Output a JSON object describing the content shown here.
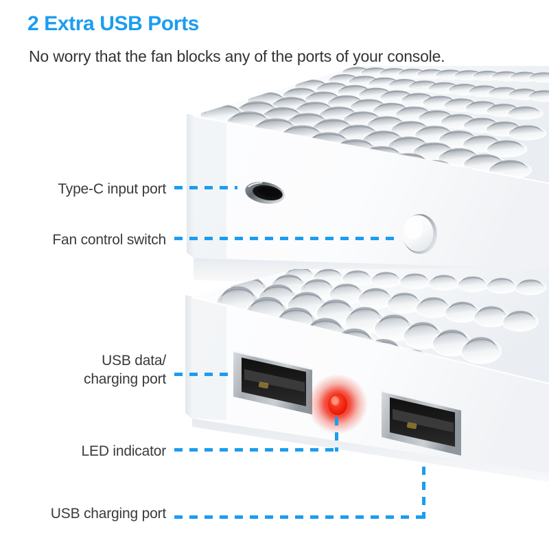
{
  "header": {
    "headline": "2 Extra USB Ports",
    "subhead": "No worry that the fan blocks any of the ports of your console."
  },
  "theme": {
    "accent_blue": "#1b9df0",
    "text_dark": "#333333",
    "label_gray": "#3a3a3a",
    "led_red": "#f5241a",
    "body_white": "#ffffff",
    "shade_light": "#f2f4f6",
    "shade_mid": "#e4e8ec",
    "port_metal": "#b9bec4",
    "port_black": "#171717"
  },
  "callouts": [
    {
      "id": "type-c-input-port",
      "label": "Type-C input port",
      "target": "type-c-port"
    },
    {
      "id": "fan-control-switch",
      "label": "Fan control switch",
      "target": "fan-switch-button"
    },
    {
      "id": "usb-data-charging-port",
      "label": "USB data/\ncharging port",
      "target": "usb-port-left"
    },
    {
      "id": "led-indicator",
      "label": "LED indicator",
      "target": "led-indicator-light"
    },
    {
      "id": "usb-charging-port",
      "label": "USB charging port",
      "target": "usb-port-right"
    }
  ],
  "product": {
    "name": "console cooling stand with vented fan housings",
    "units": [
      {
        "id": "upper-unit",
        "description": "upper vented housing with Type-C input port and fan control switch",
        "vent_rows": 7,
        "vent_cols": 11
      },
      {
        "id": "lower-unit",
        "description": "lower vented housing with two USB-A ports and red LED indicator",
        "vent_rows": 4,
        "vent_cols": 9
      }
    ],
    "led_state": "on"
  }
}
